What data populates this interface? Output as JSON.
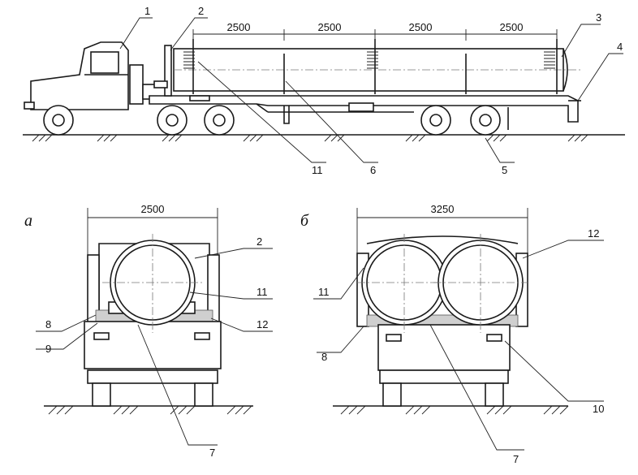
{
  "side_view": {
    "spacing_labels": [
      "2500",
      "2500",
      "2500",
      "2500"
    ],
    "callouts": [
      "1",
      "2",
      "3",
      "4",
      "11",
      "6",
      "5"
    ]
  },
  "rear_view_a": {
    "view_letter": "а",
    "width_label": "2500",
    "callouts": [
      "2",
      "11",
      "12",
      "8",
      "9",
      "7"
    ]
  },
  "rear_view_b": {
    "view_letter": "б",
    "width_label": "3250",
    "callouts": [
      "12",
      "11",
      "8",
      "10",
      "7"
    ]
  }
}
